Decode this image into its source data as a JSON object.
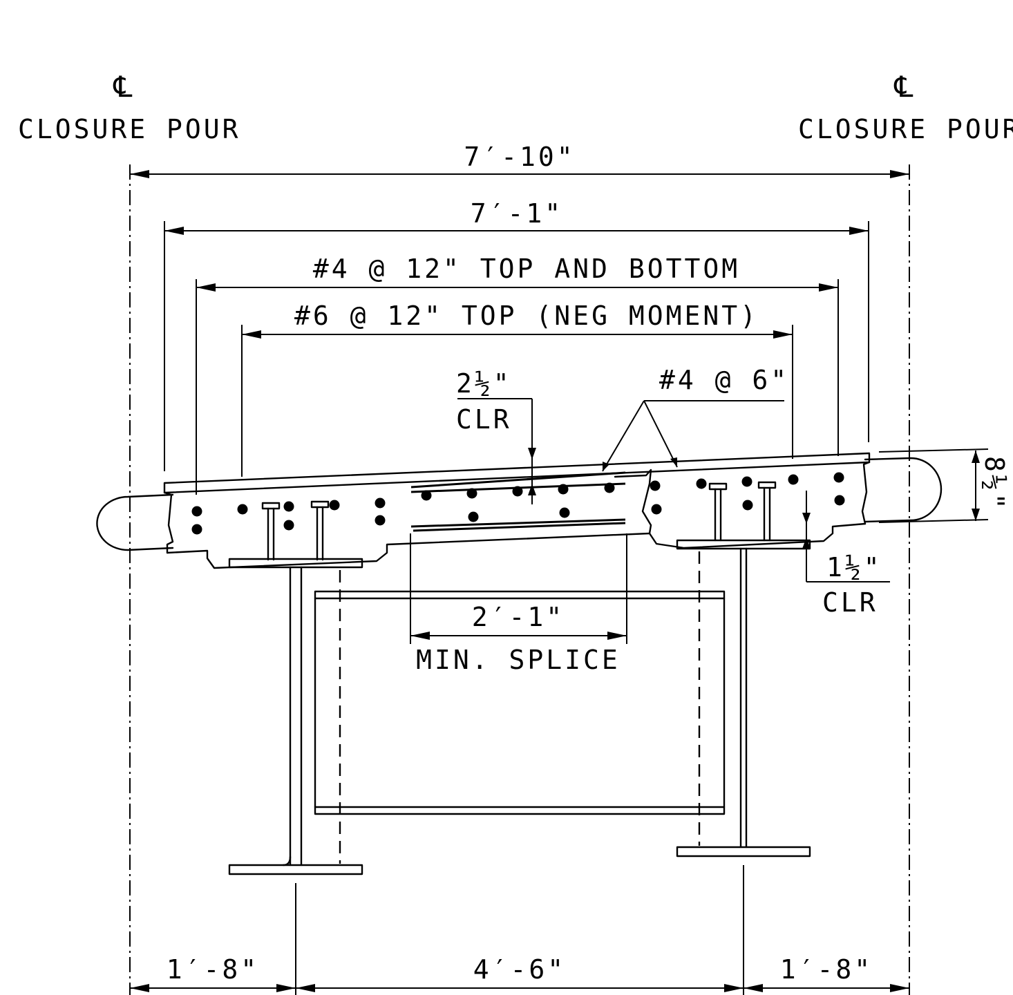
{
  "labels": {
    "cl_symbol": "℄",
    "closure_pour_left": "CLOSURE POUR",
    "closure_pour_right": "CLOSURE POUR",
    "dim_overall": "7′-10\"",
    "dim_panel": "7′-1\"",
    "rebar_4_top_bottom": "#4 @ 12\" TOP AND BOTTOM",
    "rebar_6_top": "#6 @ 12\" TOP (NEG MOMENT)",
    "rebar_4_at_6": "#4 @ 6\"",
    "clear_top_value": "2½\"",
    "clear_top_label": "CLR",
    "clear_bottom_value": "1½\"",
    "clear_bottom_label": "CLR",
    "slab_thickness": "8½\"",
    "splice_length": "2′-1\"",
    "splice_label": "MIN. SPLICE",
    "dim_left_overhang": "1′-8\"",
    "dim_girder_spacing": "4′-6\"",
    "dim_right_overhang": "1′-8\""
  }
}
